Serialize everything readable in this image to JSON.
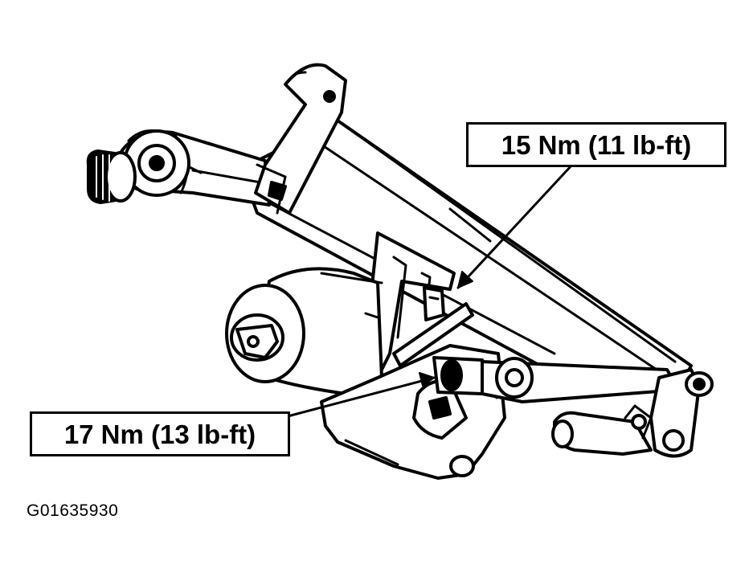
{
  "figure": {
    "callouts": {
      "upper_torque": "15 Nm (11 lb-ft)",
      "lower_torque": "17 Nm (13 lb-ft)"
    },
    "figure_id": "G01635930"
  },
  "colors": {
    "ink": "#000000",
    "paper": "#ffffff"
  }
}
